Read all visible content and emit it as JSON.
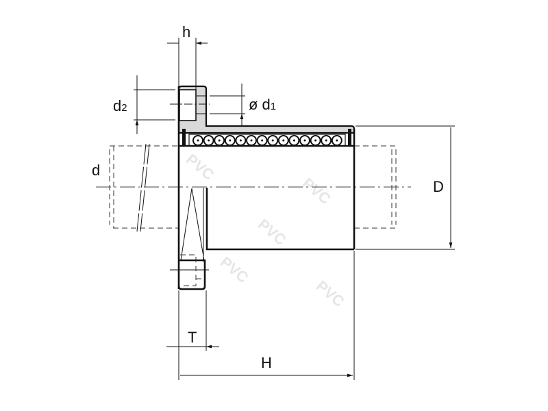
{
  "diagram": {
    "labels": {
      "h": "h",
      "d2_main": "d",
      "d2_sub": "2",
      "d1_symbol": "ø",
      "d1_main": "d",
      "d1_sub": "1",
      "d": "d",
      "D": "D",
      "T": "T",
      "H": "H"
    },
    "watermark": "PVC",
    "colors": {
      "line": "#111111",
      "fill": "#d9d9d9",
      "watermark": "#e6e6e6"
    }
  }
}
